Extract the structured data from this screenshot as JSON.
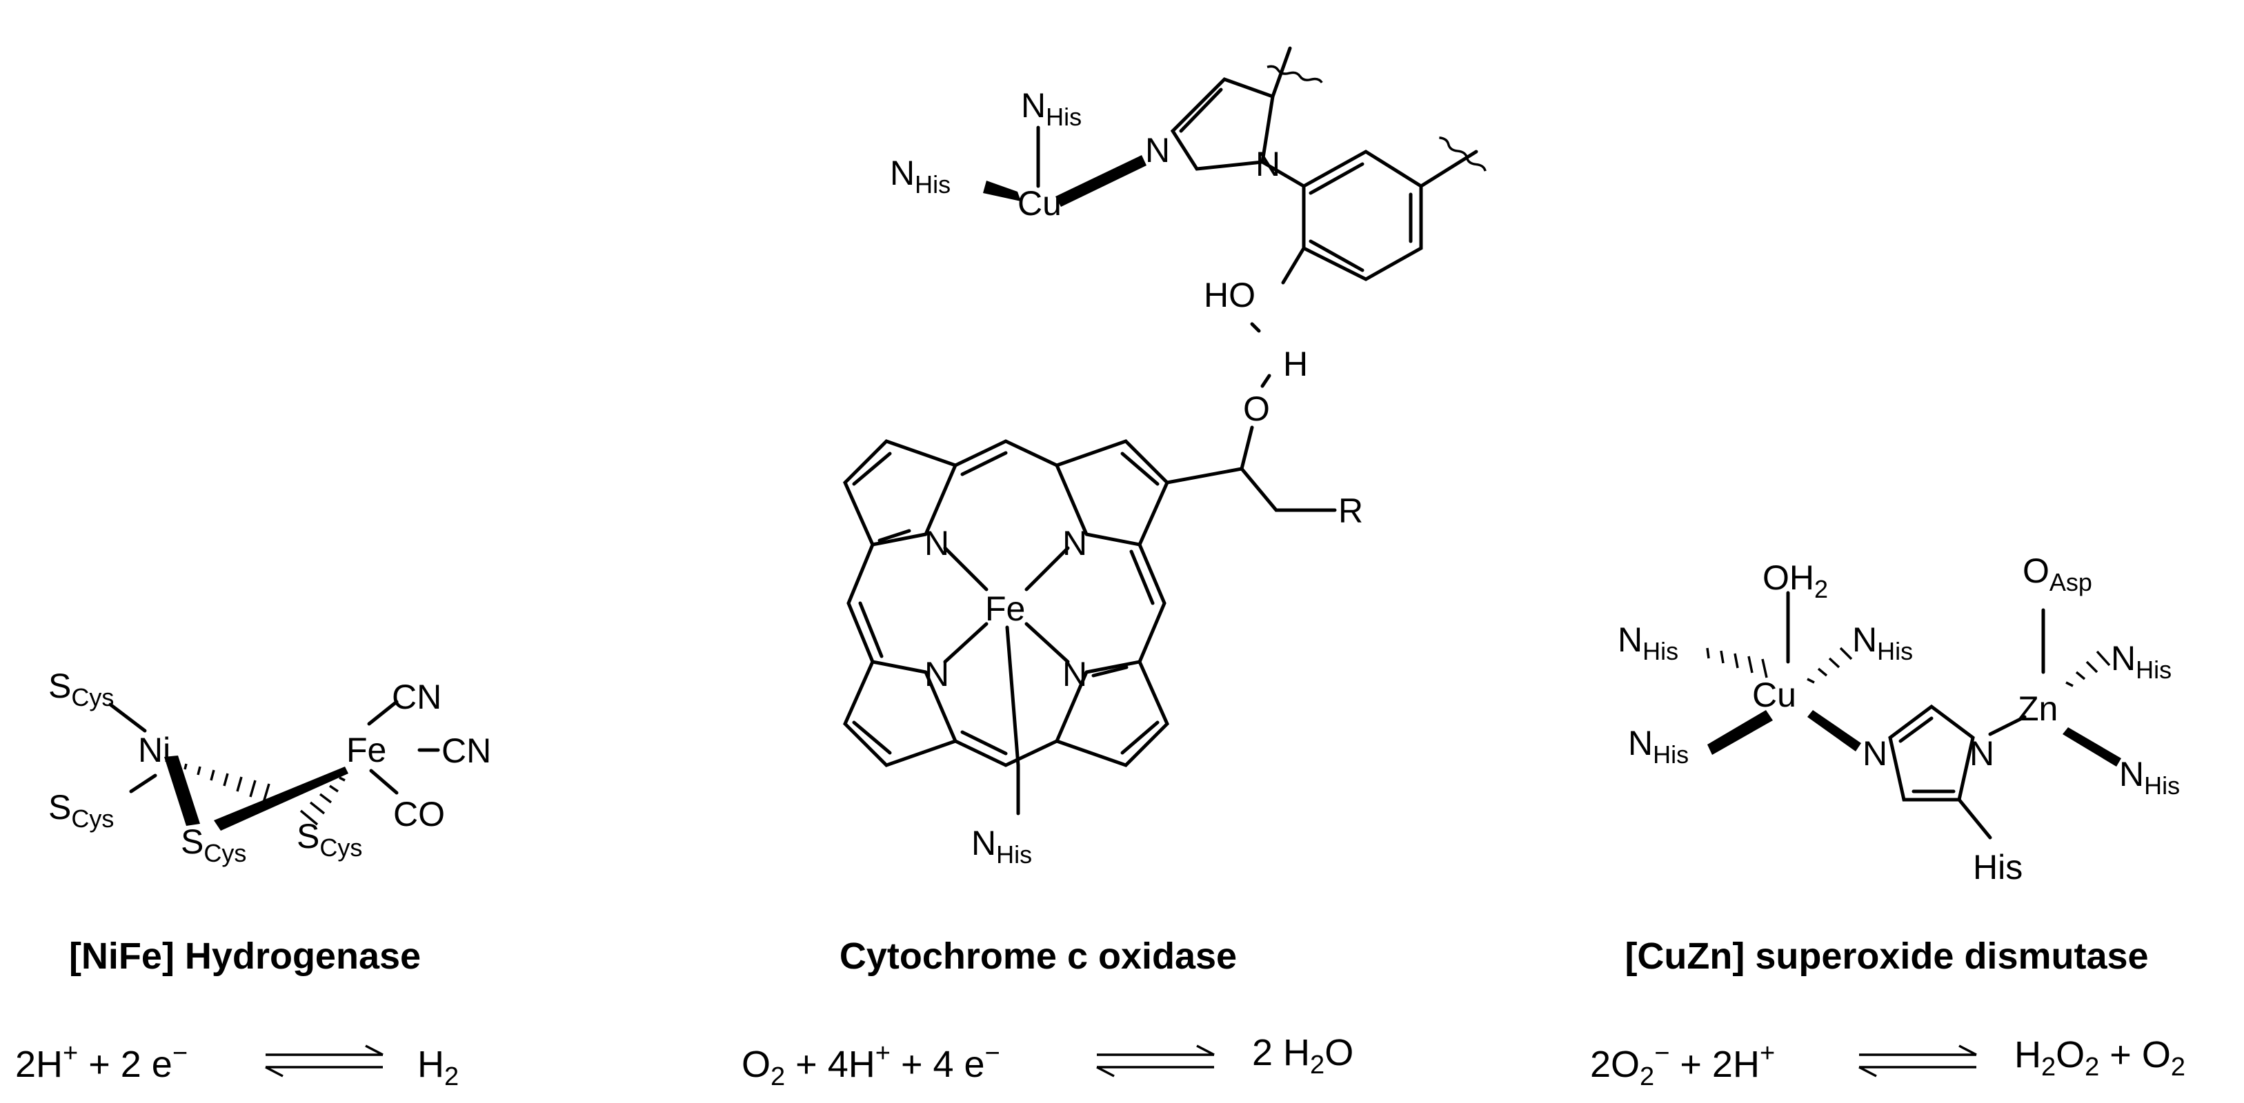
{
  "panels": [
    {
      "name": "[NiFe] Hydrogenase",
      "atoms": {
        "ni": "Ni",
        "fe": "Fe",
        "s": "S",
        "cys": "Cys",
        "cn": "CN",
        "co": "CO"
      },
      "equation": {
        "lhs_a": "2H",
        "lhs_a_sup": "+",
        "lhs_b": " + 2 e",
        "lhs_b_sup": "−",
        "rhs_a": "H",
        "rhs_a_sub": "2"
      }
    },
    {
      "name": "Cytochrome c oxidase",
      "atoms": {
        "n": "N",
        "his": "His",
        "cu": "Cu",
        "fe": "Fe",
        "ho": "HO",
        "h": "H",
        "o": "O",
        "r": "R"
      },
      "equation": {
        "lhs_a": "O",
        "lhs_a_sub": "2",
        "lhs_b": " + 4H",
        "lhs_b_sup": "+",
        "lhs_c": " + 4 e",
        "lhs_c_sup": "−",
        "rhs_a": "2 H",
        "rhs_a_sub": "2",
        "rhs_b": "O"
      }
    },
    {
      "name": "[CuZn] superoxide dismutase",
      "atoms": {
        "oh": "OH",
        "two": "2",
        "o": "O",
        "asp": "Asp",
        "n": "N",
        "his": "His",
        "cu": "Cu",
        "zn": "Zn"
      },
      "equation": {
        "lhs_a": "2O",
        "lhs_a_sub": "2",
        "lhs_a_sup": "−",
        "lhs_b": " + 2H",
        "lhs_b_sup": "+",
        "rhs_a": "H",
        "rhs_a_sub": "2",
        "rhs_b": "O",
        "rhs_b_sub": "2",
        "rhs_c": " + O",
        "rhs_c_sub": "2"
      }
    }
  ]
}
